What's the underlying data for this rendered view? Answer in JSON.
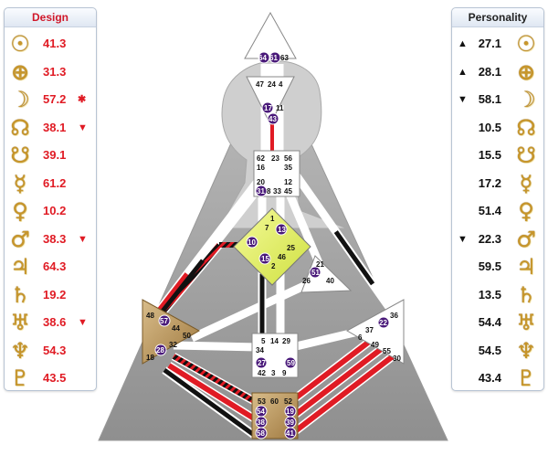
{
  "design": {
    "title": "Design",
    "rows": [
      {
        "planet": "sun-icon",
        "glyph": "☉",
        "value": "41.3",
        "marker": ""
      },
      {
        "planet": "earth-icon",
        "glyph": "⊕",
        "value": "31.3",
        "marker": ""
      },
      {
        "planet": "moon-icon",
        "glyph": "☽",
        "value": "57.2",
        "marker": "✱"
      },
      {
        "planet": "north-node-icon",
        "glyph": "☊",
        "value": "38.1",
        "marker": "▼"
      },
      {
        "planet": "south-node-icon",
        "glyph": "☋",
        "value": "39.1",
        "marker": ""
      },
      {
        "planet": "mercury-icon",
        "glyph": "☿",
        "value": "61.2",
        "marker": ""
      },
      {
        "planet": "venus-icon",
        "glyph": "♀",
        "value": "10.2",
        "marker": ""
      },
      {
        "planet": "mars-icon",
        "glyph": "♂",
        "value": "38.3",
        "marker": "▼"
      },
      {
        "planet": "jupiter-icon",
        "glyph": "♃",
        "value": "64.3",
        "marker": ""
      },
      {
        "planet": "saturn-icon",
        "glyph": "♄",
        "value": "19.2",
        "marker": ""
      },
      {
        "planet": "uranus-icon",
        "glyph": "♅",
        "value": "38.6",
        "marker": "▼"
      },
      {
        "planet": "neptune-icon",
        "glyph": "♆",
        "value": "54.3",
        "marker": ""
      },
      {
        "planet": "pluto-icon",
        "glyph": "♇",
        "value": "43.5",
        "marker": ""
      }
    ]
  },
  "personality": {
    "title": "Personality",
    "rows": [
      {
        "planet": "sun-icon",
        "glyph": "☉",
        "value": "27.1",
        "marker": "▲"
      },
      {
        "planet": "earth-icon",
        "glyph": "⊕",
        "value": "28.1",
        "marker": "▲"
      },
      {
        "planet": "moon-icon",
        "glyph": "☽",
        "value": "58.1",
        "marker": "▼"
      },
      {
        "planet": "north-node-icon",
        "glyph": "☊",
        "value": "10.5",
        "marker": ""
      },
      {
        "planet": "south-node-icon",
        "glyph": "☋",
        "value": "15.5",
        "marker": ""
      },
      {
        "planet": "mercury-icon",
        "glyph": "☿",
        "value": "17.2",
        "marker": ""
      },
      {
        "planet": "venus-icon",
        "glyph": "♀",
        "value": "51.4",
        "marker": ""
      },
      {
        "planet": "mars-icon",
        "glyph": "♂",
        "value": "22.3",
        "marker": "▼"
      },
      {
        "planet": "jupiter-icon",
        "glyph": "♃",
        "value": "59.5",
        "marker": ""
      },
      {
        "planet": "saturn-icon",
        "glyph": "♄",
        "value": "13.5",
        "marker": ""
      },
      {
        "planet": "uranus-icon",
        "glyph": "♅",
        "value": "54.4",
        "marker": ""
      },
      {
        "planet": "neptune-icon",
        "glyph": "♆",
        "value": "54.5",
        "marker": ""
      },
      {
        "planet": "pluto-icon",
        "glyph": "♇",
        "value": "43.4",
        "marker": ""
      }
    ]
  },
  "colors": {
    "design": "#e01b24",
    "personality": "#111111",
    "defined_center_gold": "#b8935a",
    "defined_center_yellow": "#e8f06a",
    "gate_circle": "#4a1a7a"
  },
  "bodygraph": {
    "head_gates": [
      "64",
      "61",
      "63"
    ],
    "ajna_gates": [
      "47",
      "24",
      "4",
      "17",
      "11",
      "43"
    ],
    "throat_gates": [
      "62",
      "23",
      "56",
      "16",
      "35",
      "20",
      "31",
      "8",
      "33",
      "45",
      "12"
    ],
    "g_gates": [
      "1",
      "7",
      "13",
      "10",
      "25",
      "15",
      "46",
      "2"
    ],
    "heart_gates": [
      "21",
      "51",
      "26",
      "40"
    ],
    "spleen_gates": [
      "48",
      "57",
      "44",
      "50",
      "32",
      "28",
      "18"
    ],
    "sacral_gates": [
      "5",
      "14",
      "29",
      "34",
      "27",
      "59",
      "42",
      "3",
      "9"
    ],
    "esp_gates": [
      "36",
      "22",
      "37",
      "6",
      "49",
      "55",
      "30"
    ],
    "root_gates": [
      "53",
      "60",
      "52",
      "54",
      "19",
      "38",
      "39",
      "58",
      "41"
    ]
  }
}
